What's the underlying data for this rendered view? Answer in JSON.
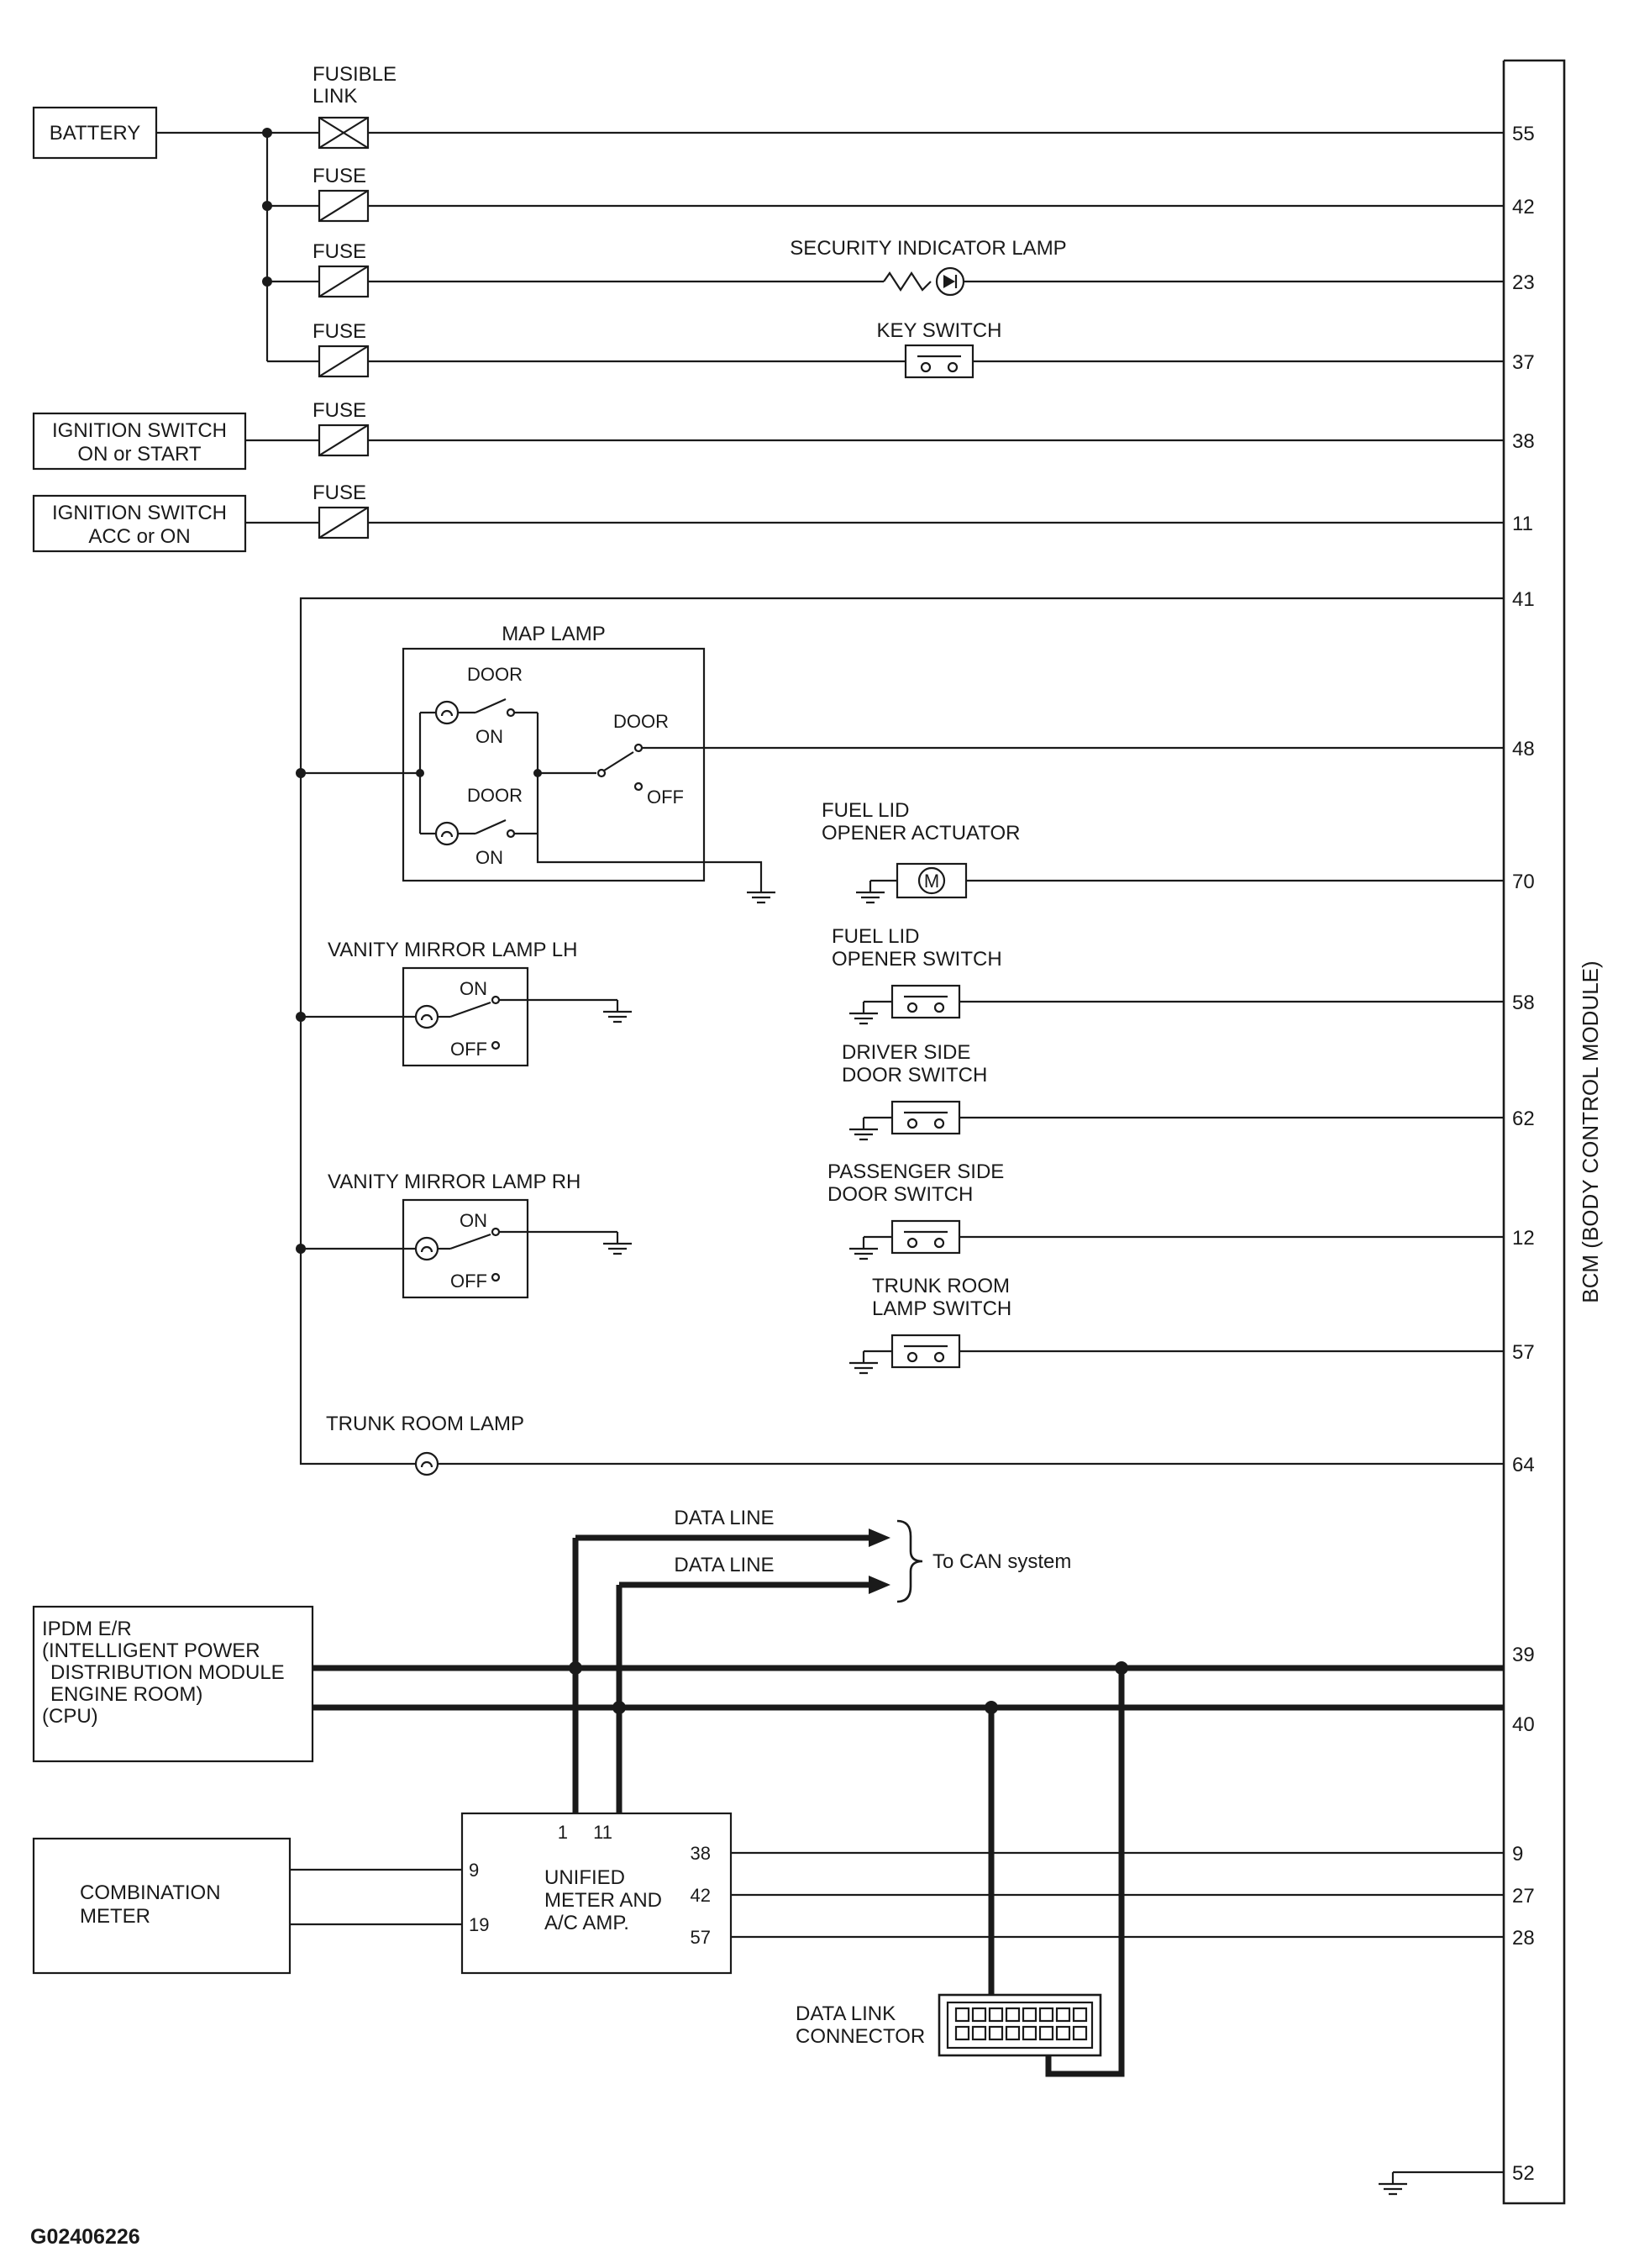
{
  "figure_id": "G02406226",
  "bcm": {
    "label": "BCM (BODY CONTROL MODULE)",
    "pins": [
      "55",
      "42",
      "23",
      "37",
      "38",
      "11",
      "41",
      "48",
      "70",
      "58",
      "62",
      "12",
      "57",
      "64",
      "39",
      "40",
      "9",
      "27",
      "28",
      "52"
    ]
  },
  "sources": {
    "battery": "BATTERY",
    "ignition_start": {
      "line1": "IGNITION SWITCH",
      "line2": "ON or START"
    },
    "ignition_acc": {
      "line1": "IGNITION SWITCH",
      "line2": "ACC or ON"
    },
    "ipdm": {
      "line1": "IPDM E/R",
      "line2": "(INTELLIGENT POWER",
      "line3": "DISTRIBUTION MODULE",
      "line4": "ENGINE ROOM)",
      "line5": "(CPU)"
    },
    "combination_meter": {
      "line1": "COMBINATION",
      "line2": "METER"
    }
  },
  "protection": {
    "fusible_link": {
      "line1": "FUSIBLE",
      "line2": "LINK"
    },
    "fuse": "FUSE"
  },
  "components": {
    "security_lamp": "SECURITY INDICATOR LAMP",
    "key_switch": "KEY SWITCH",
    "map_lamp": {
      "title": "MAP LAMP",
      "door": "DOOR",
      "on": "ON",
      "off": "OFF"
    },
    "fuel_lid_actuator": {
      "line1": "FUEL LID",
      "line2": "OPENER ACTUATOR",
      "motor": "M"
    },
    "fuel_lid_switch": {
      "line1": "FUEL LID",
      "line2": "OPENER SWITCH"
    },
    "driver_door_switch": {
      "line1": "DRIVER SIDE",
      "line2": "DOOR SWITCH"
    },
    "passenger_door_switch": {
      "line1": "PASSENGER SIDE",
      "line2": "DOOR SWITCH"
    },
    "trunk_lamp_switch": {
      "line1": "TRUNK ROOM",
      "line2": "LAMP SWITCH"
    },
    "vanity_lamp_lh": {
      "title": "VANITY MIRROR LAMP LH",
      "on": "ON",
      "off": "OFF"
    },
    "vanity_lamp_rh": {
      "title": "VANITY MIRROR LAMP RH",
      "on": "ON",
      "off": "OFF"
    },
    "trunk_room_lamp": "TRUNK ROOM LAMP"
  },
  "can": {
    "data_line": "DATA LINE",
    "to_can_system": "To CAN system"
  },
  "unified_meter": {
    "name": {
      "line1": "UNIFIED",
      "line2": "METER AND",
      "line3": "A/C AMP."
    },
    "pins": {
      "p1": "1",
      "p11": "11",
      "p9": "9",
      "p19": "19",
      "p38": "38",
      "p42": "42",
      "p57": "57"
    }
  },
  "data_link_connector": {
    "line1": "DATA LINK",
    "line2": "CONNECTOR"
  }
}
